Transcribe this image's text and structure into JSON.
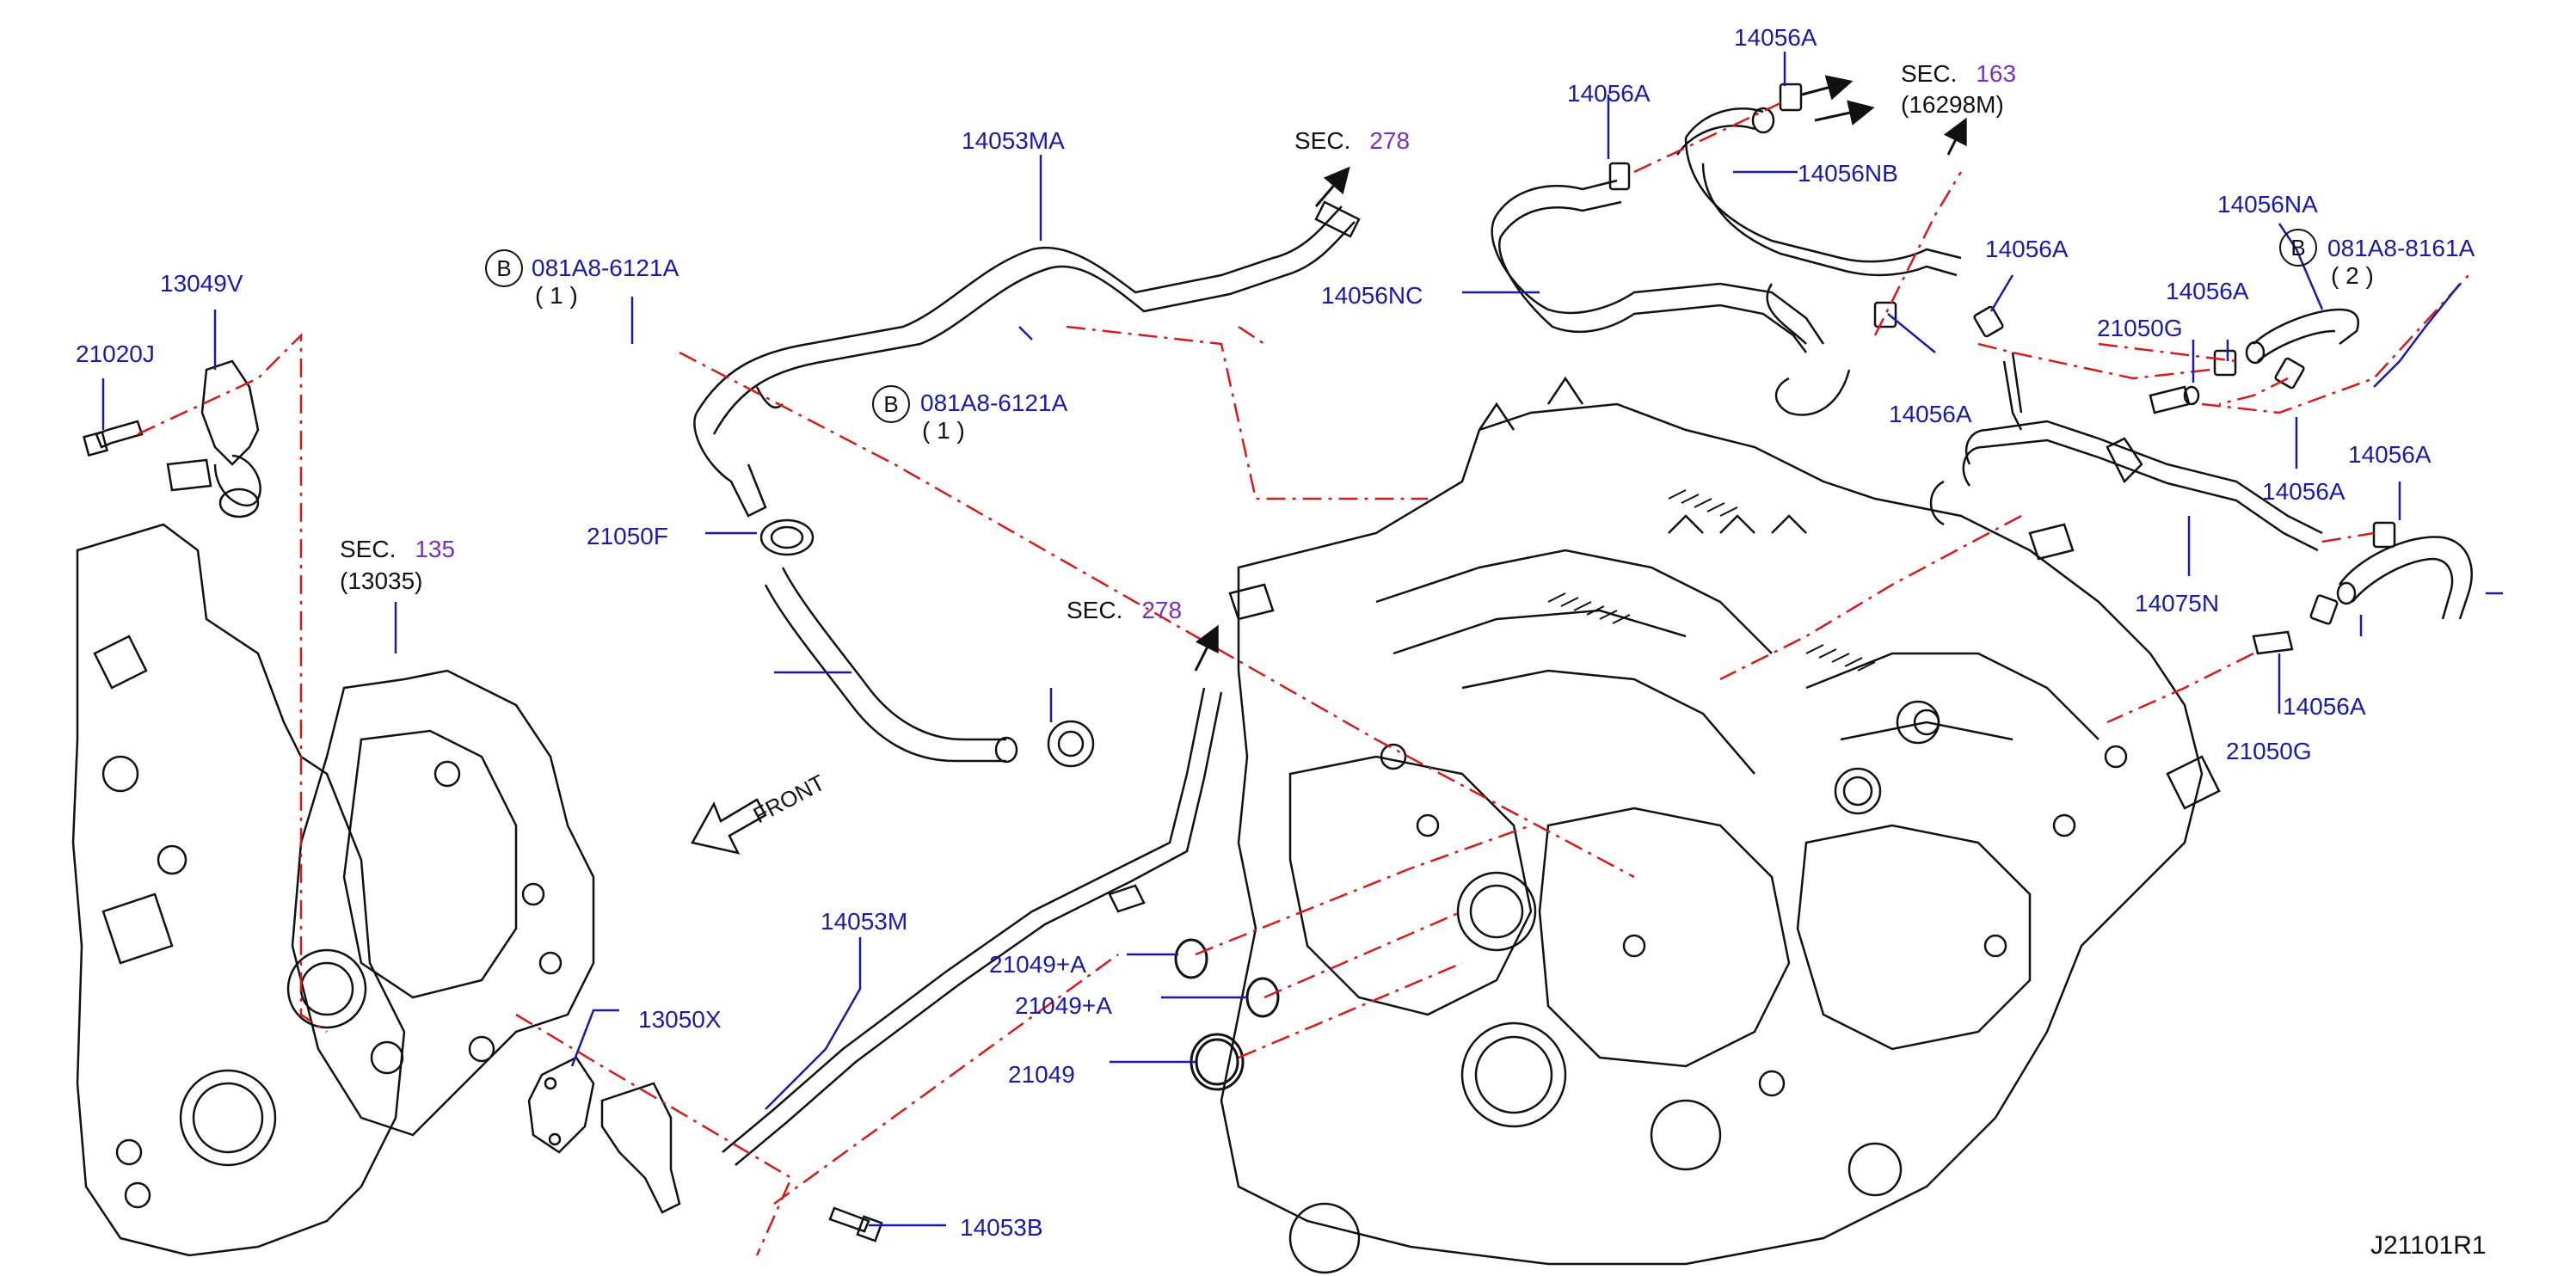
{
  "diagram": {
    "ref_code": "J21101R1",
    "front_label": "FRONT",
    "sections": {
      "sec278_top": {
        "label": "SEC.",
        "num": "278"
      },
      "sec278_mid": {
        "label": "SEC.",
        "num": "278"
      },
      "sec163": {
        "label": "SEC.",
        "num": "163",
        "sub": "(16298M)"
      },
      "sec135": {
        "label": "SEC.",
        "num": "135",
        "sub": "(13035)"
      }
    },
    "bolt_refs": {
      "b1": {
        "mark": "B",
        "code": "081A8-6121A",
        "qty": "( 1 )"
      },
      "b2": {
        "mark": "B",
        "code": "081A8-6121A",
        "qty": "( 1 )"
      },
      "b3": {
        "mark": "B",
        "code": "081A8-8161A",
        "qty": "( 2 )"
      }
    },
    "labels": {
      "p13049V": "13049V",
      "p21020J": "21020J",
      "p14053MA": "14053MA",
      "p21050F_a": "21050F",
      "p14056A_1": "14056A",
      "p14056A_2": "14056A",
      "p14056NB": "14056NB",
      "p14056NC": "14056NC",
      "p14056A_3": "14056A",
      "p14056A_4": "14056A",
      "p14056NA": "14056NA",
      "p21050G_a": "21050G",
      "p14056A_5": "14056A",
      "p14056A_6": "14056A",
      "p14056A_7": "14056A",
      "p14075N": "14075N",
      "p14056A_8": "14056A",
      "p21050G_b": "21050G",
      "p14053M": "14053M",
      "p21049A_1": "21049+A",
      "p21049A_2": "21049+A",
      "p21049": "21049",
      "p13050X": "13050X",
      "p14053B": "14053B"
    }
  }
}
